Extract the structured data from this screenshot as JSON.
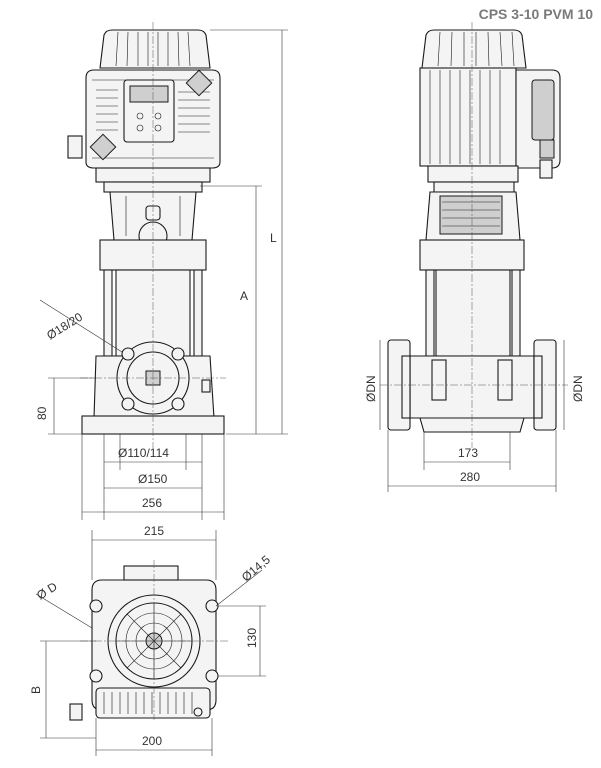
{
  "title": "CPS 3-10 PVM 10",
  "labels": {
    "dim_L": "L",
    "dim_A": "A",
    "dim_flange_hole": "Ø18/20",
    "dim_80": "80",
    "dim_110_114": "Ø110/114",
    "dim_150": "Ø150",
    "dim_256": "256",
    "dim_DN_left": "ØDN",
    "dim_DN_right": "ØDN",
    "dim_173": "173",
    "dim_280": "280",
    "dim_215": "215",
    "dim_D": "Ø D",
    "dim_14_5": "Ø14,5",
    "dim_130": "130",
    "dim_B": "B",
    "dim_200": "200"
  }
}
